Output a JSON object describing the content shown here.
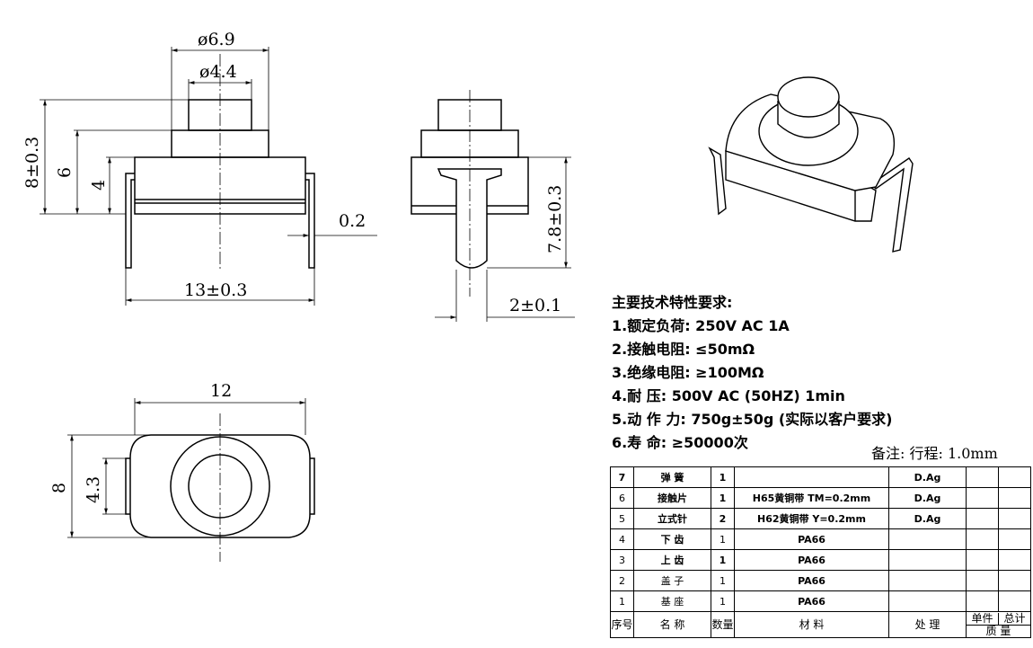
{
  "dimensions": {
    "dia_outer": "ø6.9",
    "dia_inner": "ø4.4",
    "height_total": "8±0.3",
    "height_body": "6",
    "height_base": "4",
    "pin_thickness": "0.2",
    "width_front": "13±0.3",
    "side_height": "7.8±0.3",
    "side_pin_width": "2±0.1",
    "top_width": "12",
    "top_height": "8",
    "top_inner": "4.3"
  },
  "specs": {
    "title": "主要技术特性要求:",
    "items": [
      "1.额定负荷: 250V AC 1A",
      "2.接触电阻: ≤50mΩ",
      "3.绝缘电阻: ≥100MΩ",
      "4.耐    压: 500V AC (50HZ) 1min",
      "5.动 作 力: 750g±50g (实际以客户要求)",
      "6.寿    命: ≥50000次"
    ]
  },
  "note": "备注: 行程: 1.0mm",
  "bom": {
    "rows": [
      {
        "no": "7",
        "name": "弹 簧",
        "qty": "1",
        "material": "",
        "process": "D.Ag"
      },
      {
        "no": "6",
        "name": "接触片",
        "qty": "1",
        "material": "H65黄铜带 TM=0.2mm",
        "process": "D.Ag"
      },
      {
        "no": "5",
        "name": "立式针",
        "qty": "2",
        "material": "H62黄铜带 Y=0.2mm",
        "process": "D.Ag"
      },
      {
        "no": "4",
        "name": "下 齿",
        "qty": "1",
        "material": "PA66",
        "process": ""
      },
      {
        "no": "3",
        "name": "上 齿",
        "qty": "1",
        "material": "PA66",
        "process": ""
      },
      {
        "no": "2",
        "name": "盖 子",
        "qty": "1",
        "material": "PA66",
        "process": ""
      },
      {
        "no": "1",
        "name": "基 座",
        "qty": "1",
        "material": "PA66",
        "process": ""
      }
    ],
    "header": {
      "no": "序号",
      "name": "名 称",
      "qty": "数量",
      "material": "材  料",
      "process": "处  理",
      "unit_weight": "单件",
      "total_weight": "总计",
      "weight": "质  量"
    }
  }
}
